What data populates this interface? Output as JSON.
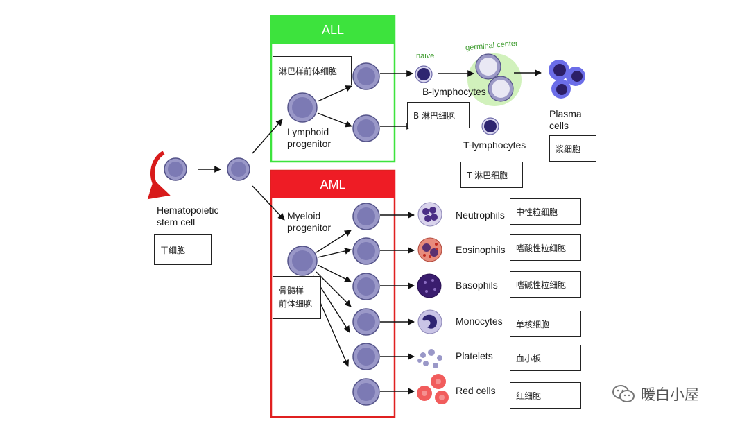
{
  "colors": {
    "all_banner": "#3de33d",
    "all_border": "#3de33d",
    "aml_banner": "#ee1c25",
    "aml_border": "#e02020",
    "cell_fill": "#9a98c8",
    "cell_nucleus": "#6e6ca8",
    "germinal_halo": "#c9efb0",
    "arrow": "#111111",
    "cycle_arrow": "#d81b1b"
  },
  "banners": {
    "all": "ALL",
    "aml": "AML"
  },
  "labels": {
    "stem_cell": "Hematopoietic\nstem cell",
    "lymphoid_progenitor": "Lymphoid\nprogenitor",
    "myeloid_progenitor": "Myeloid\nprogenitor",
    "naive": "naive",
    "germinal_center": "germinal center",
    "b_lymphocytes": "B-lymphocytes",
    "t_lymphocytes": "T-lymphocytes",
    "plasma_cells": "Plasma\ncells",
    "neutrophils": "Neutrophils",
    "eosinophils": "Eosinophils",
    "basophils": "Basophils",
    "monocytes": "Monocytes",
    "platelets": "Platelets",
    "red_cells": "Red cells"
  },
  "cn_labels": {
    "stem": "干细胞",
    "lymphoid_precursor": "淋巴样前体细胞",
    "b_lymph": "B 淋巴细胞",
    "t_lymph": "T 淋巴细胞",
    "plasma": "浆细胞",
    "myeloid_precursor": "骨髓样\n前体细胞",
    "neutrophil": "中性粒细胞",
    "eosinophil": "嗜酸性粒细胞",
    "basophil": "嗜碱性粒细胞",
    "monocyte": "单核细胞",
    "platelet": "血小板",
    "red_cell": "红细胞"
  },
  "watermark": "暖白小屋"
}
